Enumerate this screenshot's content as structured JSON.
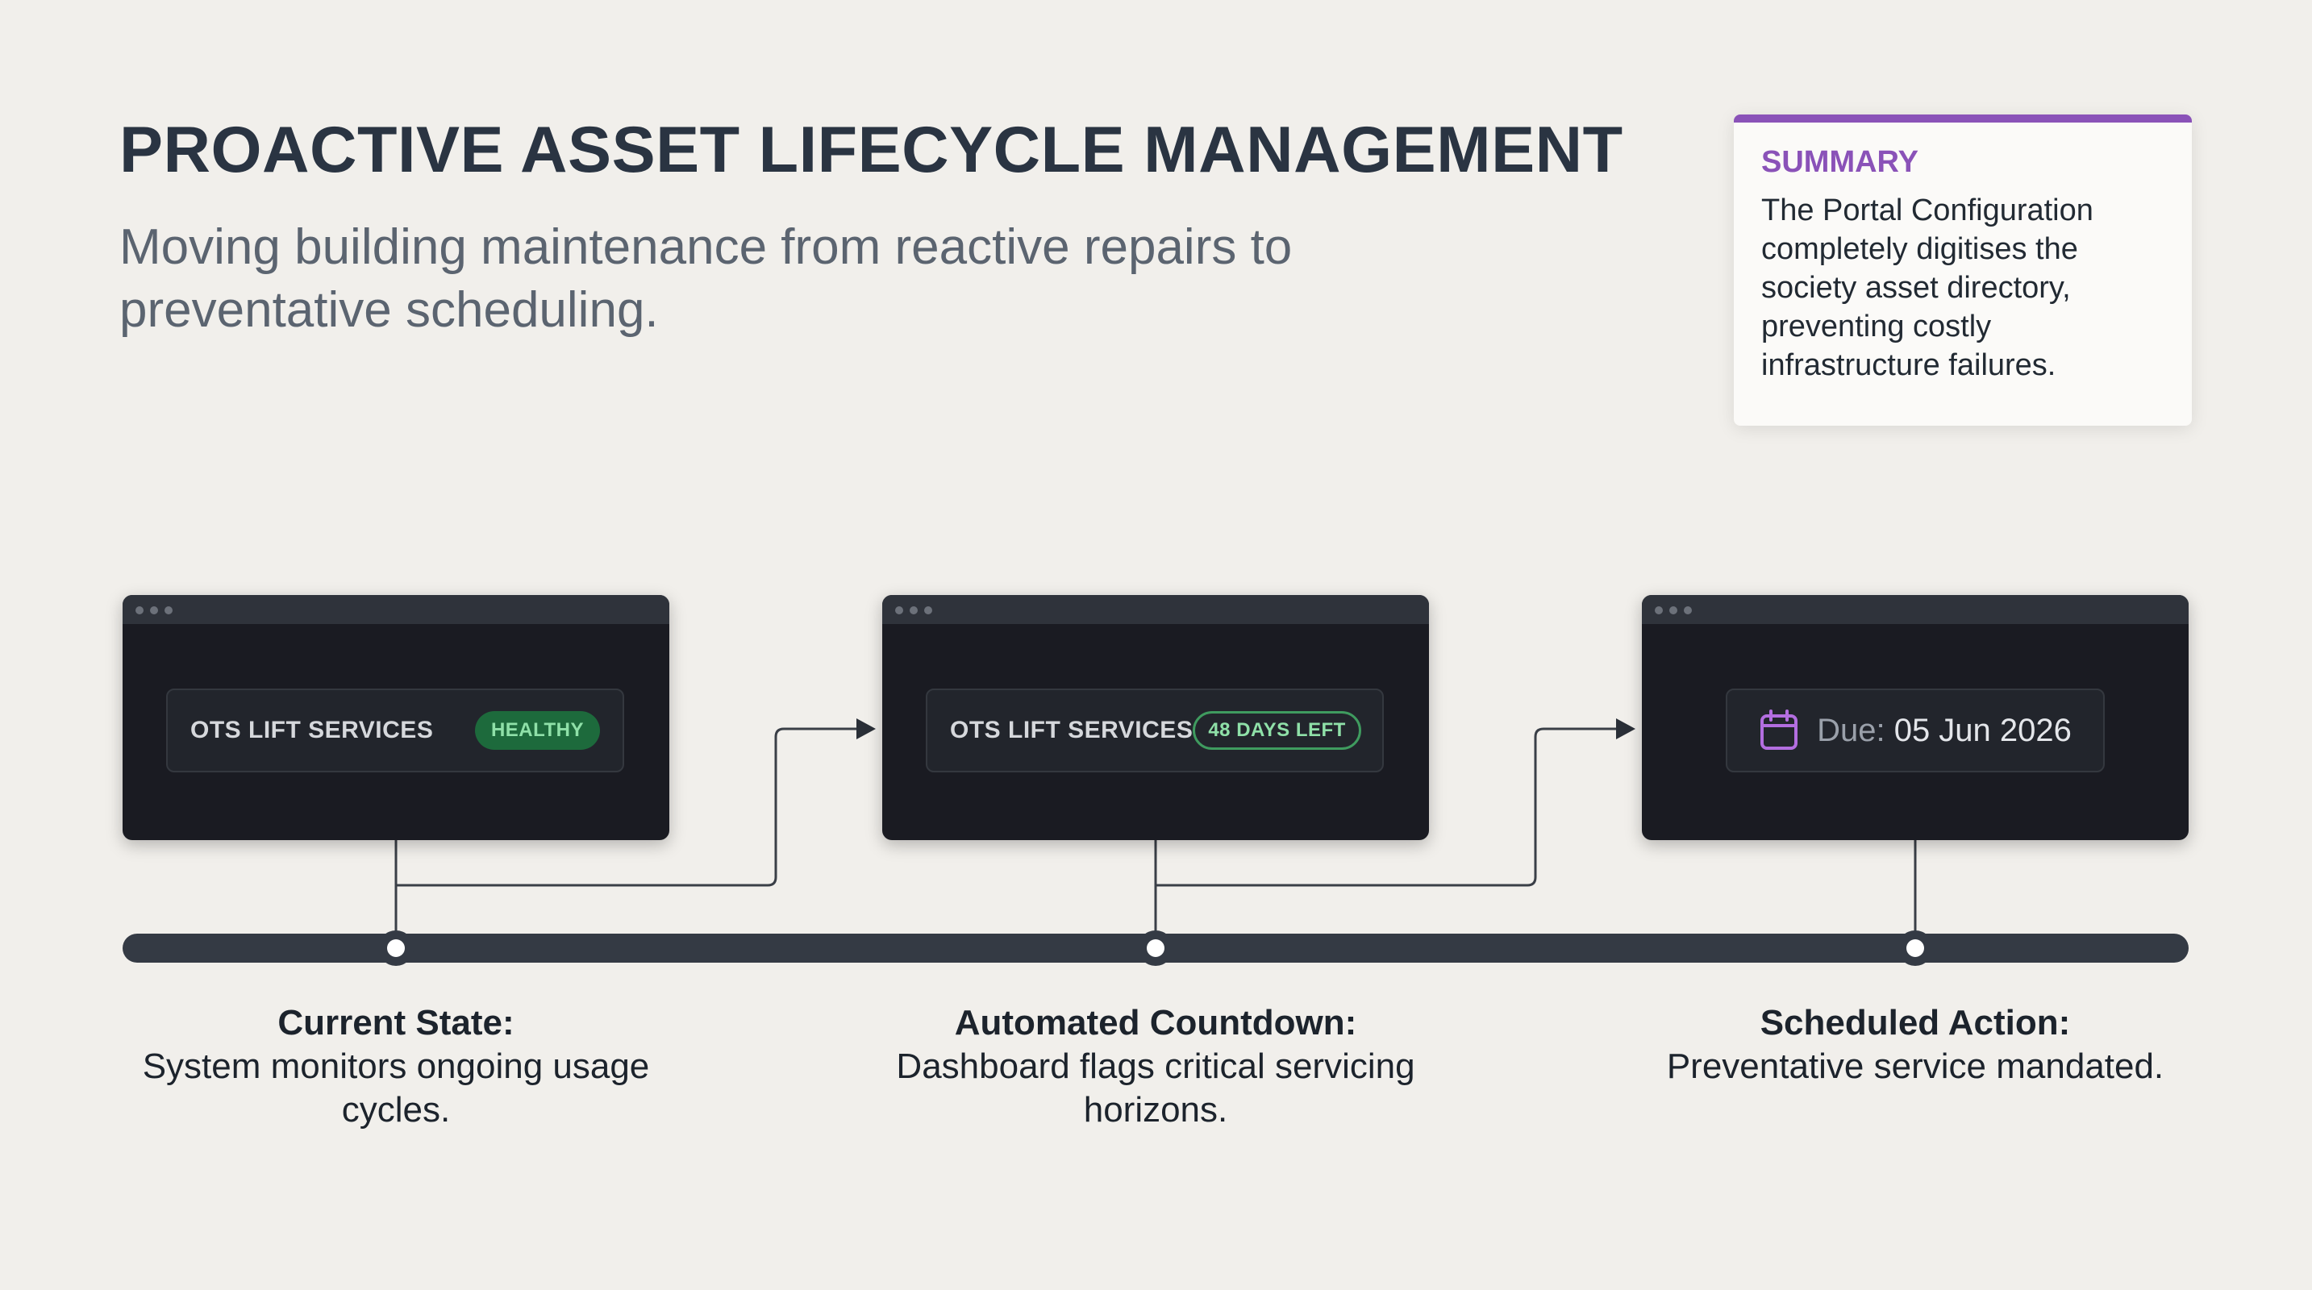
{
  "header": {
    "title": "PROACTIVE ASSET LIFECYCLE MANAGEMENT",
    "subtitle": "Moving building maintenance from reactive repairs to preventative scheduling."
  },
  "summary": {
    "heading": "SUMMARY",
    "body": "The Portal Configuration completely digitises the society asset directory, preventing costly infrastructure failures."
  },
  "stages": [
    {
      "window": {
        "label": "OTS LIFT SERVICES",
        "badge": "HEALTHY"
      },
      "caption": {
        "title": "Current State:",
        "text": "System monitors ongoing usage cycles."
      }
    },
    {
      "window": {
        "label": "OTS LIFT SERVICES",
        "badge": "48 DAYS LEFT"
      },
      "caption": {
        "title": "Automated Countdown:",
        "text": "Dashboard flags critical servicing horizons."
      }
    },
    {
      "window": {
        "due_label": "Due:",
        "due_date": "05 Jun 2026",
        "icon": "calendar-icon"
      },
      "caption": {
        "title": "Scheduled Action:",
        "text": "Preventative service mandated."
      }
    }
  ],
  "colors": {
    "accent": "#8a52b8",
    "healthy": "#1d6a3c",
    "window_bg": "#1a1b22",
    "timeline": "#343a44"
  }
}
